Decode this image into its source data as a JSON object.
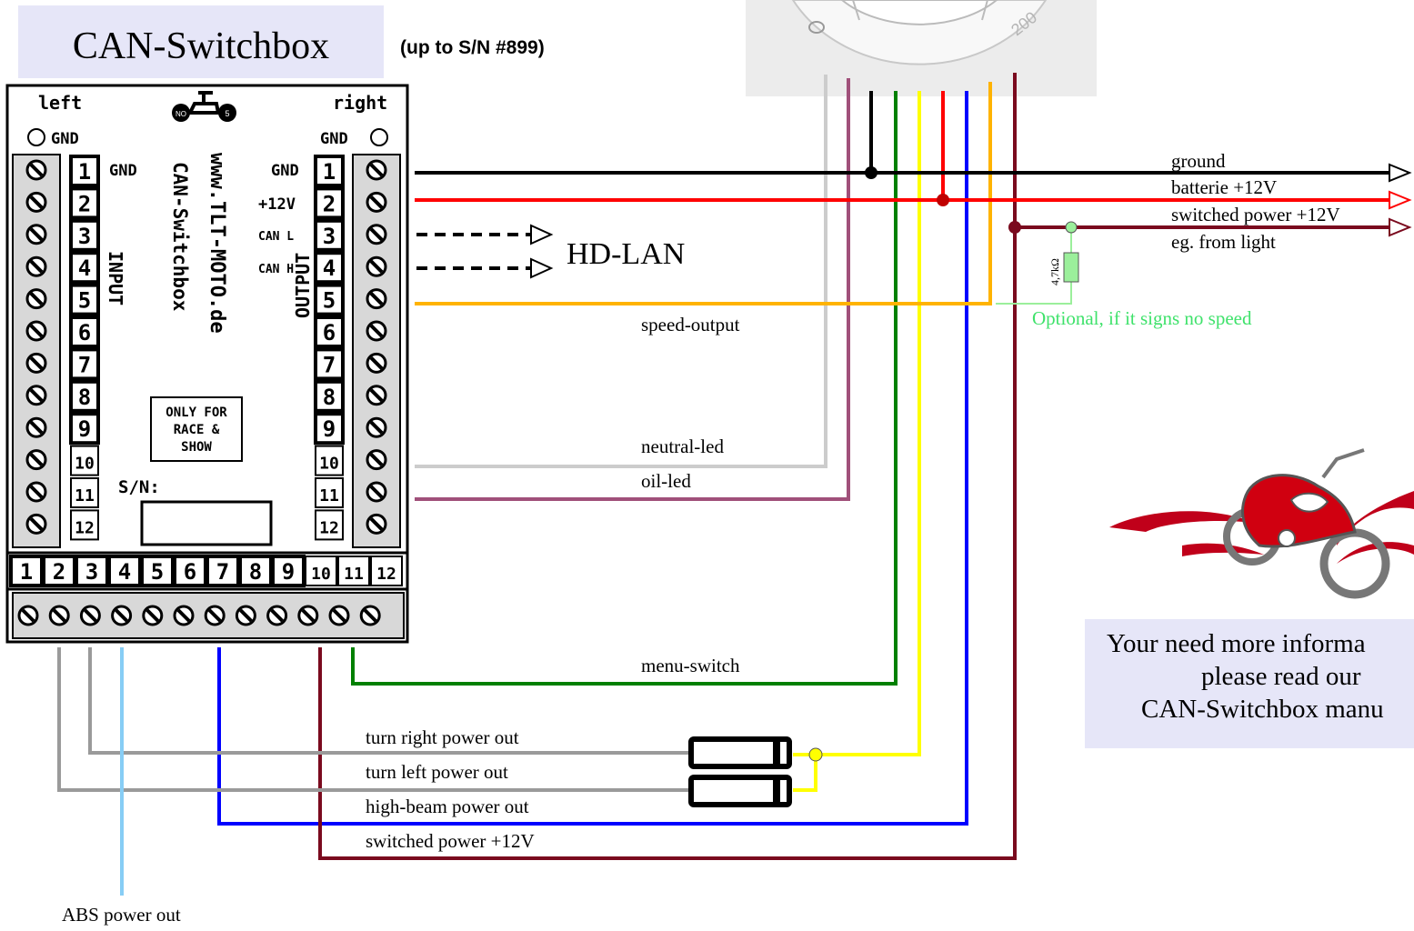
{
  "title": "CAN-Switchbox",
  "subtitle": "(up to S/N #899)",
  "box": {
    "left_label": "left",
    "right_label": "right",
    "gnd": "GND",
    "brand": "www.TLT-MOTO.de",
    "product": "CAN-Switchbox",
    "input_label": "INPUT",
    "output_label": "OUTPUT",
    "warning": [
      "ONLY FOR",
      "RACE &",
      "SHOW"
    ],
    "sn_label": "S/N:",
    "input_pins": [
      "1",
      "2",
      "3",
      "4",
      "5",
      "6",
      "7",
      "8",
      "9",
      "10",
      "11",
      "12"
    ],
    "output_pins": [
      "1",
      "2",
      "3",
      "4",
      "5",
      "6",
      "7",
      "8",
      "9",
      "10",
      "11",
      "12"
    ],
    "bottom_pins": [
      "1",
      "2",
      "3",
      "4",
      "5",
      "6",
      "7",
      "8",
      "9",
      "10",
      "11",
      "12"
    ],
    "input_pin1_label": "GND",
    "output_pin_labels": [
      "GND",
      "+12V",
      "CAN L",
      "CAN H"
    ],
    "logo_badges": [
      "NO",
      "5"
    ]
  },
  "hdlan": "HD-LAN",
  "bus_labels": [
    "ground",
    "batterie +12V",
    "switched power +12V",
    "eg. from light"
  ],
  "resistor": "4,7kΩ",
  "optional_note": "Optional, if it signs no speed",
  "wire_labels": {
    "speed": "speed-output",
    "neutral": "neutral-led",
    "oil": "oil-led",
    "menu": "menu-switch",
    "turn_right": "turn right power out",
    "turn_left": "turn left power out",
    "high_beam": "high-beam power out",
    "switched": "switched  power +12V",
    "abs": "ABS power out"
  },
  "gauge_text": "200",
  "info": [
    "Your need more informa",
    "please read our",
    "CAN-Switchbox manu"
  ],
  "colors": {
    "ground": "#000000",
    "battery": "#ff0000",
    "switched": "#7a0a1e",
    "speed": "#ffb300",
    "neutral": "#cccccc",
    "oil": "#a0507a",
    "menu": "#008000",
    "turn": "#ffff00",
    "high_beam": "#0000ff",
    "abs": "#87cdf5",
    "turn_out": "#9a9a9a",
    "optional": "#9bef9b"
  }
}
